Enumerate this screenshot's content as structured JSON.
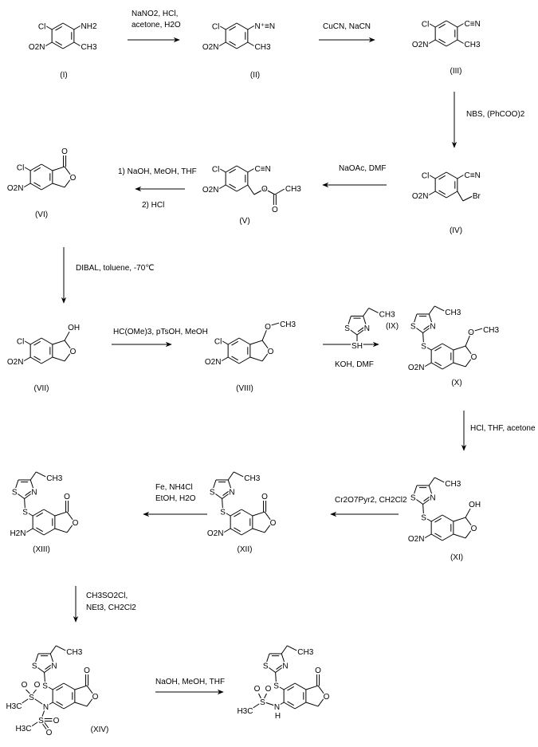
{
  "title": "Synthesis scheme",
  "compounds": [
    {
      "label": "(I)",
      "groups": [
        "Cl",
        "O2N",
        "NH2",
        "CH3"
      ]
    },
    {
      "label": "(II)",
      "groups": [
        "Cl",
        "O2N",
        "N⁺≡N",
        "CH3"
      ]
    },
    {
      "label": "(III)",
      "groups": [
        "Cl",
        "O2N",
        "C≡N",
        "CH3"
      ]
    },
    {
      "label": "(IV)",
      "groups": [
        "Cl",
        "O2N",
        "C≡N",
        "Br"
      ]
    },
    {
      "label": "(V)",
      "groups": [
        "Cl",
        "O2N",
        "C≡N",
        "O",
        "CH3",
        "O"
      ]
    },
    {
      "label": "(VI)",
      "groups": [
        "Cl",
        "O2N",
        "O",
        "O"
      ]
    },
    {
      "label": "(VII)",
      "groups": [
        "Cl",
        "O2N",
        "O",
        "OH"
      ]
    },
    {
      "label": "(VIII)",
      "groups": [
        "Cl",
        "O2N",
        "O",
        "O",
        "CH3"
      ]
    },
    {
      "label": "(IX)",
      "groups": [
        "S",
        "N",
        "CH3",
        "SH"
      ]
    },
    {
      "label": "(X)",
      "groups": [
        "S",
        "S",
        "N",
        "CH3",
        "O2N",
        "O",
        "O",
        "CH3"
      ]
    },
    {
      "label": "(XI)",
      "groups": [
        "S",
        "S",
        "N",
        "CH3",
        "O2N",
        "O",
        "OH"
      ]
    },
    {
      "label": "(XII)",
      "groups": [
        "S",
        "S",
        "N",
        "CH3",
        "O2N",
        "O",
        "O"
      ]
    },
    {
      "label": "(XIII)",
      "groups": [
        "S",
        "S",
        "N",
        "CH3",
        "H2N",
        "O",
        "O"
      ]
    },
    {
      "label": "(XIV)",
      "groups": [
        "S",
        "S",
        "N",
        "CH3",
        "N",
        "S",
        "O",
        "O",
        "H3C",
        "S",
        "O",
        "O",
        "H3C",
        "O",
        "O"
      ]
    },
    {
      "label": "",
      "groups": [
        "S",
        "S",
        "N",
        "CH3",
        "N",
        "H",
        "S",
        "O",
        "O",
        "H3C",
        "O",
        "O"
      ]
    }
  ],
  "reactions": [
    {
      "reagents": [
        "NaNO2, HCl,",
        "acetone, H2O"
      ]
    },
    {
      "reagents": [
        "CuCN, NaCN"
      ]
    },
    {
      "reagents": [
        "NBS, (PhCOO)2"
      ]
    },
    {
      "reagents": [
        "NaOAc, DMF"
      ]
    },
    {
      "reagents": [
        "1) NaOH, MeOH, THF",
        "2) HCl"
      ]
    },
    {
      "reagents": [
        "DIBAL, toluene, -70℃"
      ]
    },
    {
      "reagents": [
        "HC(OMe)3, pTsOH, MeOH"
      ]
    },
    {
      "reagents": [
        "KOH, DMF"
      ]
    },
    {
      "reagents": [
        "HCl, THF, acetone"
      ]
    },
    {
      "reagents": [
        "Cr2O7Pyr2, CH2Cl2"
      ]
    },
    {
      "reagents": [
        "Fe, NH4Cl",
        "EtOH, H2O"
      ]
    },
    {
      "reagents": [
        "CH3SO2Cl,",
        "NEt3, CH2Cl2"
      ]
    },
    {
      "reagents": [
        "NaOH, MeOH, THF"
      ]
    }
  ]
}
